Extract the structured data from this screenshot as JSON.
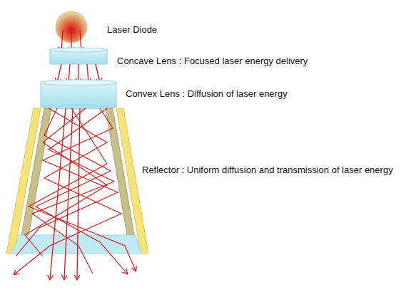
{
  "diagram": {
    "labels": [
      "Laser Diode",
      "Concave Lens : Focused laser energy delivery",
      "Convex Lens : Diffusion of laser energy",
      "Reflector : Uniform diffusion and transmission of laser energy"
    ]
  }
}
